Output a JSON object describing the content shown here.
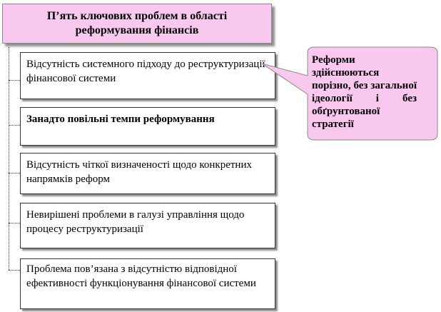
{
  "title": "П’ять ключових проблем в області реформування фінансів",
  "problems": [
    "Відсутність системного підходу до реструктуризації фінансової системи",
    "Занадто повільні темпи реформування",
    "Відсутність чіткої визначеності щодо конкретних напрямків реформ",
    "Невирішені проблеми в галузі управління щодо процесу реструктуризації",
    "Проблема пов’язана з відсутністю відповідної ефективності функціонування фінансової системи"
  ],
  "callout": {
    "text": "Реформи здійснюються порізно, без загальної ідеології і без обґрунтованої стратегії",
    "color": "#f9c8ef"
  },
  "colors": {
    "title_fill": "#f9c8ef",
    "box_border": "#333333"
  }
}
